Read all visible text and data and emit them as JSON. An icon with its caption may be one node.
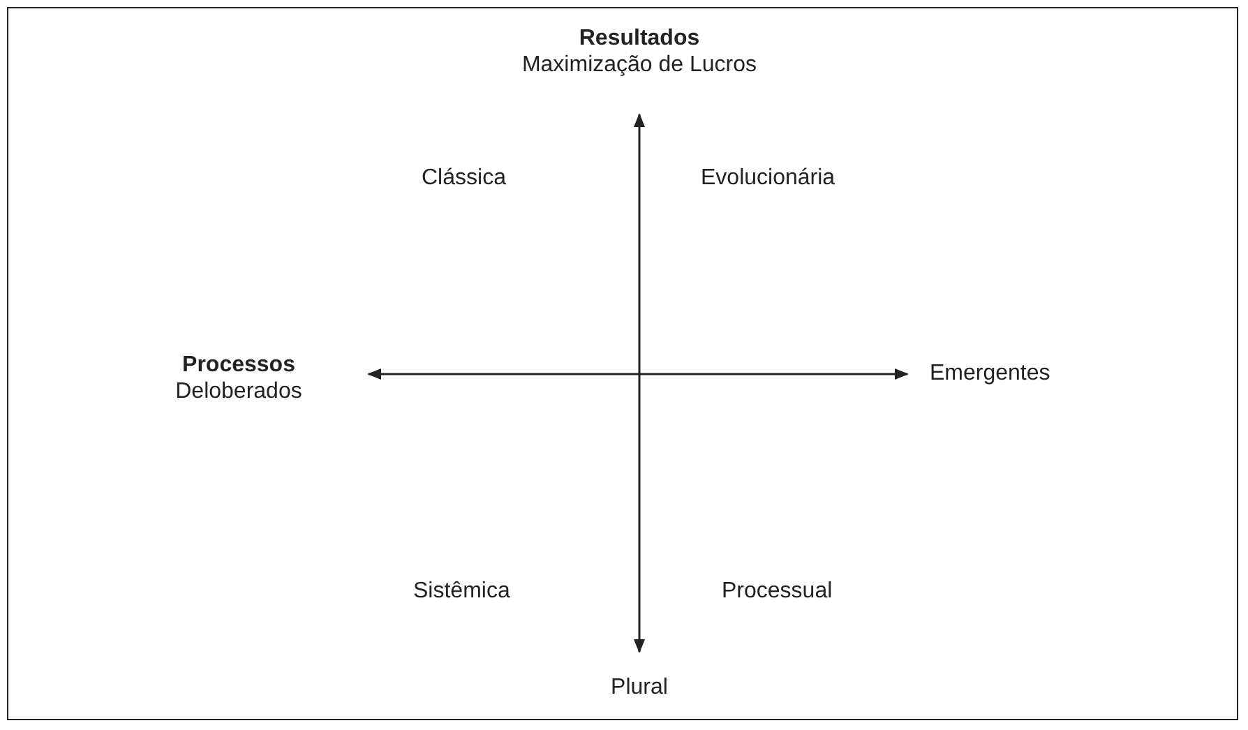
{
  "diagram": {
    "nodes": [
      {
        "text": [
          "Resultados",
          "Maximização de Lucros"
        ]
      },
      {
        "text": [
          "Processos",
          "Deloberados"
        ]
      },
      {
        "text": [
          "Emergentes"
        ]
      },
      {
        "text": [
          "Plural"
        ]
      }
    ],
    "edges": [
      {
        "from": 0,
        "to": 3,
        "arrow": "both"
      },
      {
        "from": 1,
        "to": 2,
        "arrow": "both"
      }
    ],
    "labels": [
      "Clássica",
      "Evolucionária",
      "Sistêmica",
      "Processual"
    ]
  }
}
